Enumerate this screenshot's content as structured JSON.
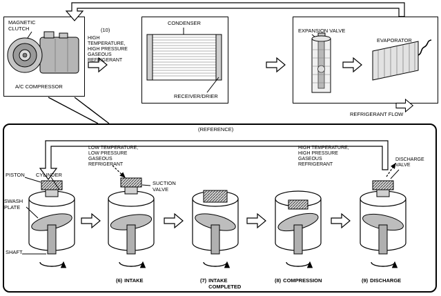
{
  "top": {
    "compressor": {
      "magnetic_clutch": "MAGNETIC CLUTCH",
      "name": "A/C COMPRESSOR"
    },
    "flow10": {
      "num": "(10)",
      "desc": "HIGH TEMPERATURE, HIGH PRESSURE GASEOUS REFRIGERANT"
    },
    "condenser": {
      "name": "CONDENSER",
      "receiver_drier": "RECEIVER/DRIER"
    },
    "expansion_valve_label": "EXPANSION VALVE",
    "evaporator_label": "EVAPORATOR",
    "refrigerant_flow_label": "REFRIGERANT FLOW"
  },
  "reference": {
    "title": "(REFERENCE)",
    "low_temp": "LOW TEMPERATURE, LOW PRESSURE GASEOUS REFRIGERANT",
    "high_temp": "HIGH TEMPERATURE, HIGH PRESSURE GASEOUS REFRIGERANT",
    "piston": "PISTON",
    "cylinder": "CYLINDER",
    "swash_plate": "SWASH PLATE",
    "shaft": "SHAFT",
    "suction_valve": "SUCTION VALVE",
    "discharge_valve": "DISCHARGE VALVE",
    "stages": [
      {
        "num": "(6)",
        "name": "INTAKE"
      },
      {
        "num": "(7)",
        "name": "INTAKE COMPLETED"
      },
      {
        "num": "(8)",
        "name": "COMPRESSION"
      },
      {
        "num": "(9)",
        "name": "DISCHARGE"
      }
    ]
  }
}
